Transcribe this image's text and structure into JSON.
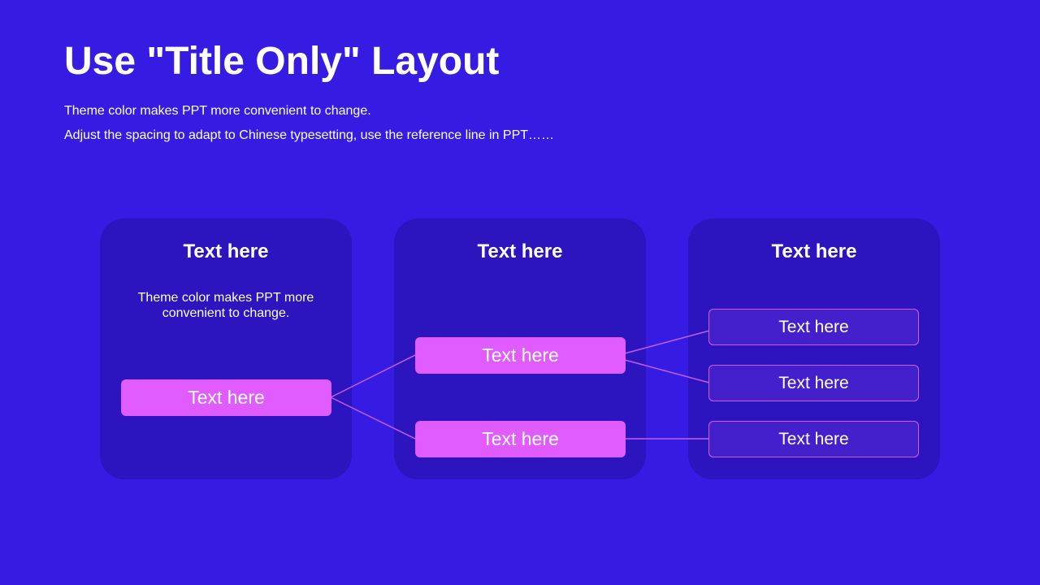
{
  "slide": {
    "title": "Use \"Title Only\" Layout",
    "subtitle_line1": "Theme color makes PPT more convenient to change.",
    "subtitle_line2": "Adjust the spacing to adapt to Chinese typesetting, use the reference line in PPT……"
  },
  "columns": [
    {
      "title": "Text here",
      "description": "Theme color makes PPT more convenient to change.",
      "nodes": [
        "Text here"
      ]
    },
    {
      "title": "Text here",
      "nodes": [
        "Text here",
        "Text here"
      ]
    },
    {
      "title": "Text here",
      "nodes": [
        "Text here",
        "Text here",
        "Text here"
      ]
    }
  ],
  "colors": {
    "background": "#361be2",
    "panel": "#2c14bf",
    "node_fill": "#e05cff",
    "node_outline": "#d45cff",
    "connector": "#c15cf0"
  }
}
